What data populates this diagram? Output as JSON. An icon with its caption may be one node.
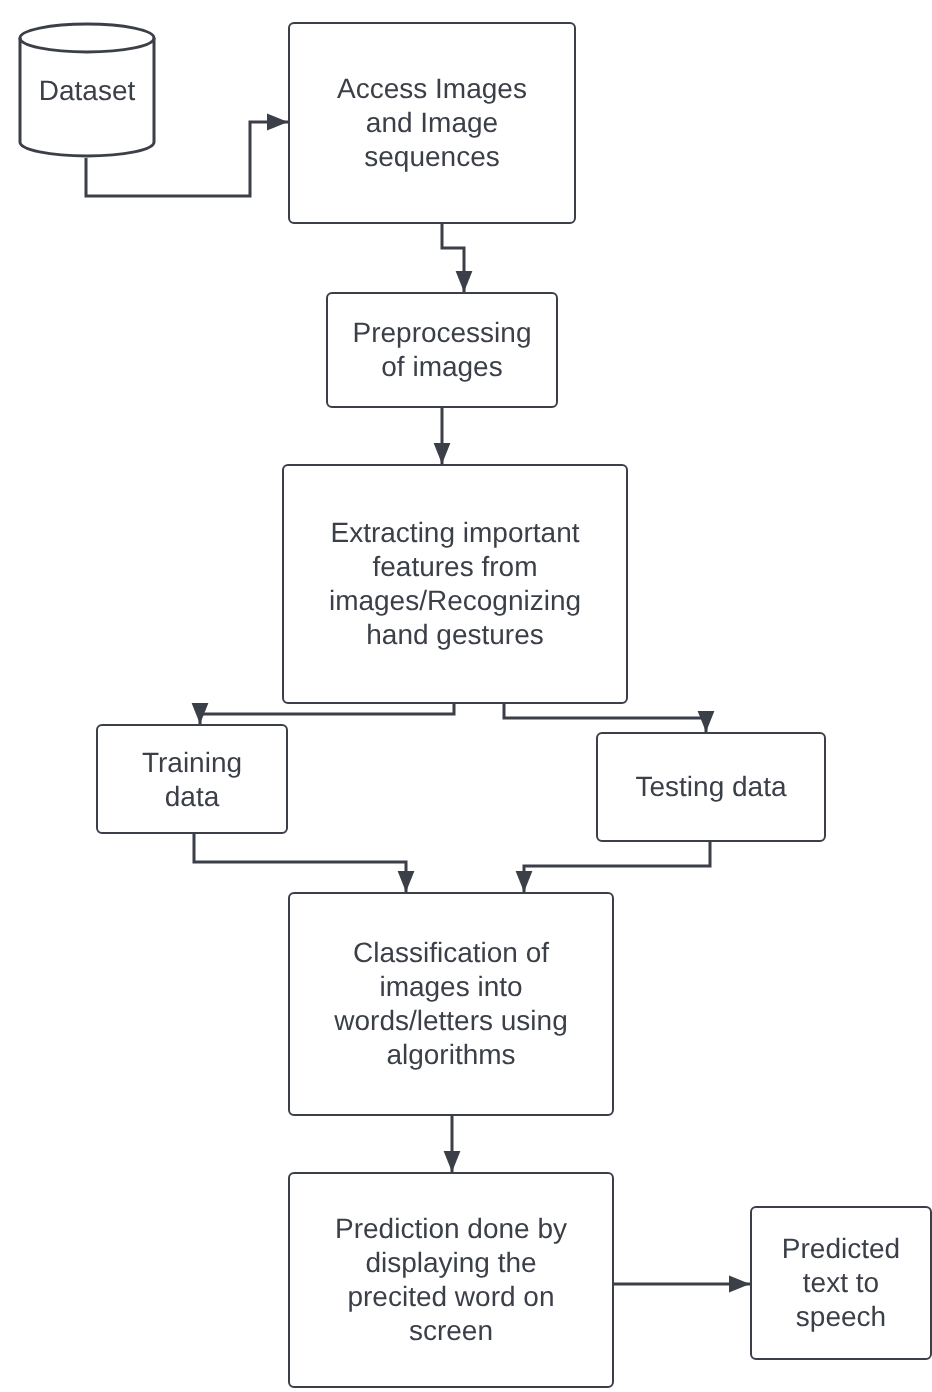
{
  "diagram": {
    "nodes": [
      {
        "text": [
          "Dataset"
        ]
      },
      {
        "text": [
          "Access Images and Image sequences"
        ]
      },
      {
        "text": [
          "Preprocessing of images"
        ]
      },
      {
        "text": [
          "Extracting important features from images/Recognizing hand gestures"
        ]
      },
      {
        "text": [
          "Training data"
        ]
      },
      {
        "text": [
          "Testing data"
        ]
      },
      {
        "text": [
          "Classification of images into words/letters using algorithms"
        ]
      },
      {
        "text": [
          "Prediction done by displaying the precited word on screen"
        ]
      },
      {
        "text": [
          "Predicted text to speech"
        ]
      }
    ],
    "edges": [
      {
        "from": 0,
        "to": 1,
        "arrow": "to"
      },
      {
        "from": 1,
        "to": 2,
        "arrow": "to"
      },
      {
        "from": 2,
        "to": 3,
        "arrow": "to"
      },
      {
        "from": 3,
        "to": 4,
        "arrow": "to"
      },
      {
        "from": 3,
        "to": 5,
        "arrow": "to"
      },
      {
        "from": 4,
        "to": 6,
        "arrow": "to"
      },
      {
        "from": 5,
        "to": 6,
        "arrow": "to"
      },
      {
        "from": 6,
        "to": 7,
        "arrow": "to"
      },
      {
        "from": 7,
        "to": 8,
        "arrow": "to"
      }
    ]
  }
}
